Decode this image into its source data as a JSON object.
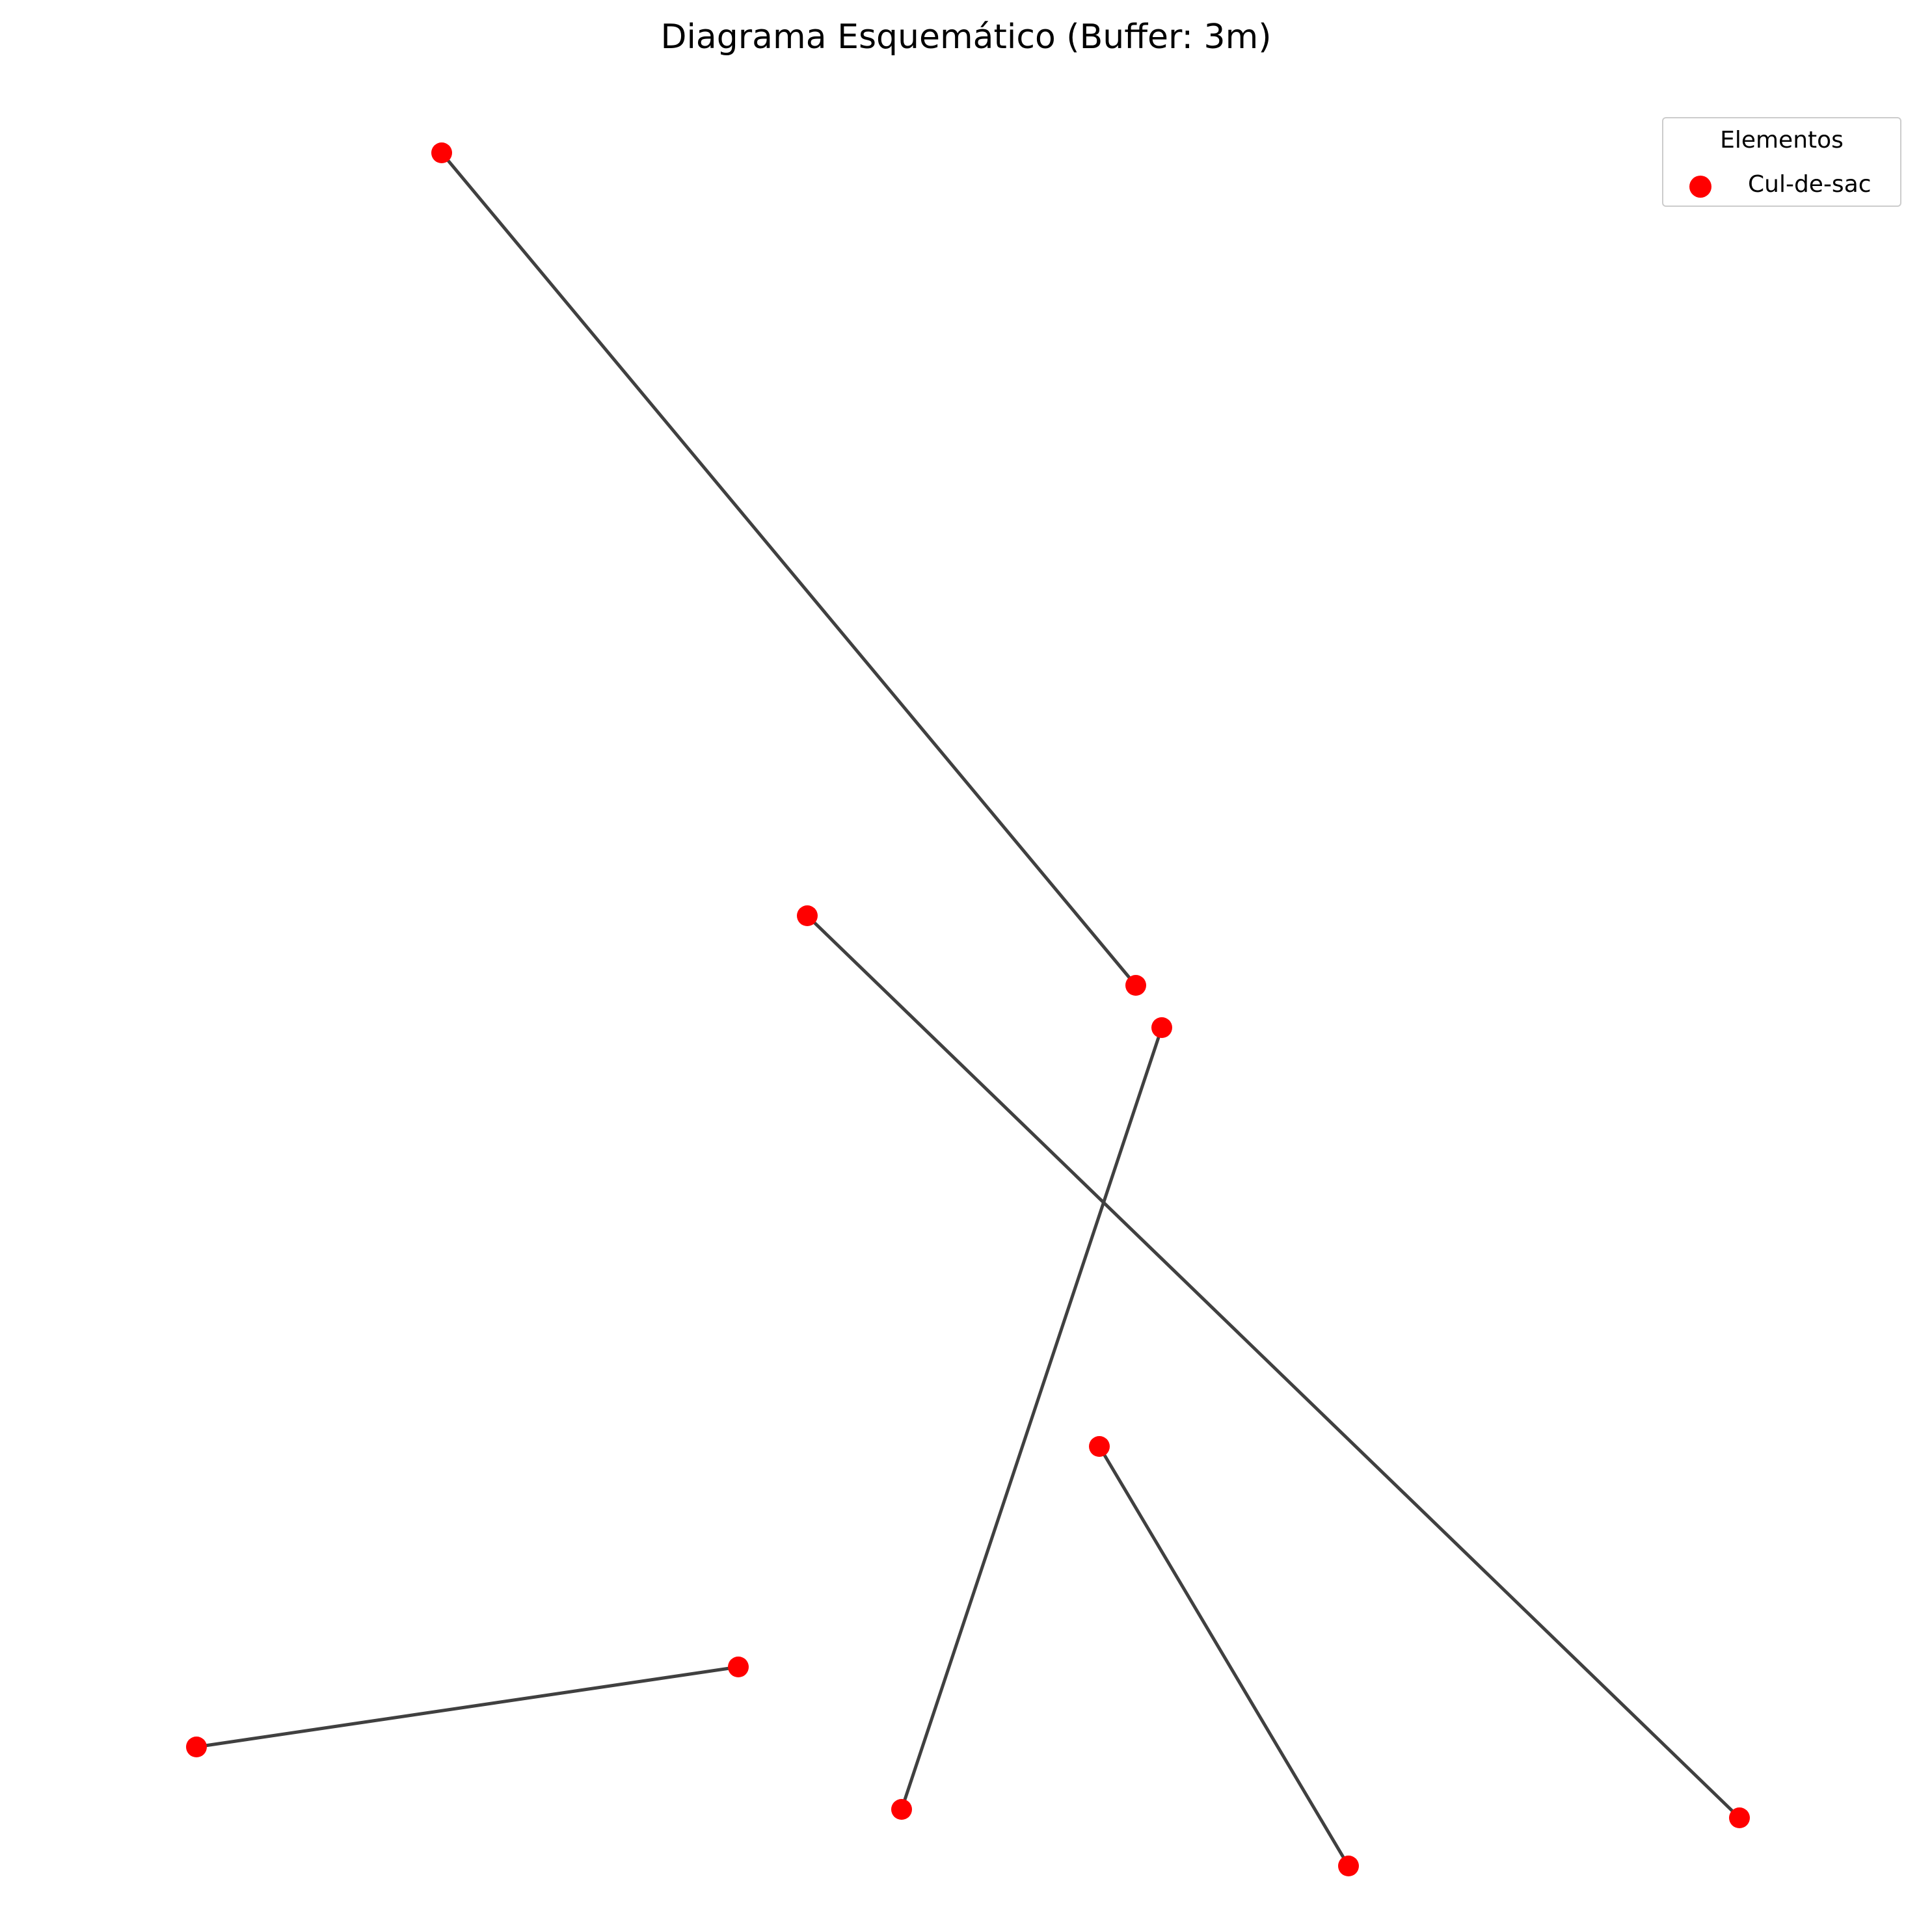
{
  "diagram": {
    "title": "Diagrama Esquemático (Buffer: 3m)",
    "legend": {
      "title": "Elementos",
      "items": [
        {
          "label": "Cul-de-sac",
          "color": "#ff0000",
          "marker": "circle"
        }
      ]
    },
    "node_color": "#ff0000",
    "edge_color": "#404040",
    "nodes": [
      {
        "id": "n1",
        "type": "Cul-de-sac"
      },
      {
        "id": "n2",
        "type": "Cul-de-sac"
      },
      {
        "id": "n3",
        "type": "Cul-de-sac"
      },
      {
        "id": "n4",
        "type": "Cul-de-sac"
      },
      {
        "id": "n5",
        "type": "Cul-de-sac"
      },
      {
        "id": "n6",
        "type": "Cul-de-sac"
      },
      {
        "id": "n7",
        "type": "Cul-de-sac"
      },
      {
        "id": "n8",
        "type": "Cul-de-sac"
      },
      {
        "id": "n9",
        "type": "Cul-de-sac"
      },
      {
        "id": "n10",
        "type": "Cul-de-sac"
      }
    ],
    "edges": [
      {
        "from": "n1",
        "to": "n2"
      },
      {
        "from": "n3",
        "to": "n4"
      },
      {
        "from": "n5",
        "to": "n6"
      },
      {
        "from": "n7",
        "to": "n8"
      },
      {
        "from": "n9",
        "to": "n10"
      }
    ]
  }
}
